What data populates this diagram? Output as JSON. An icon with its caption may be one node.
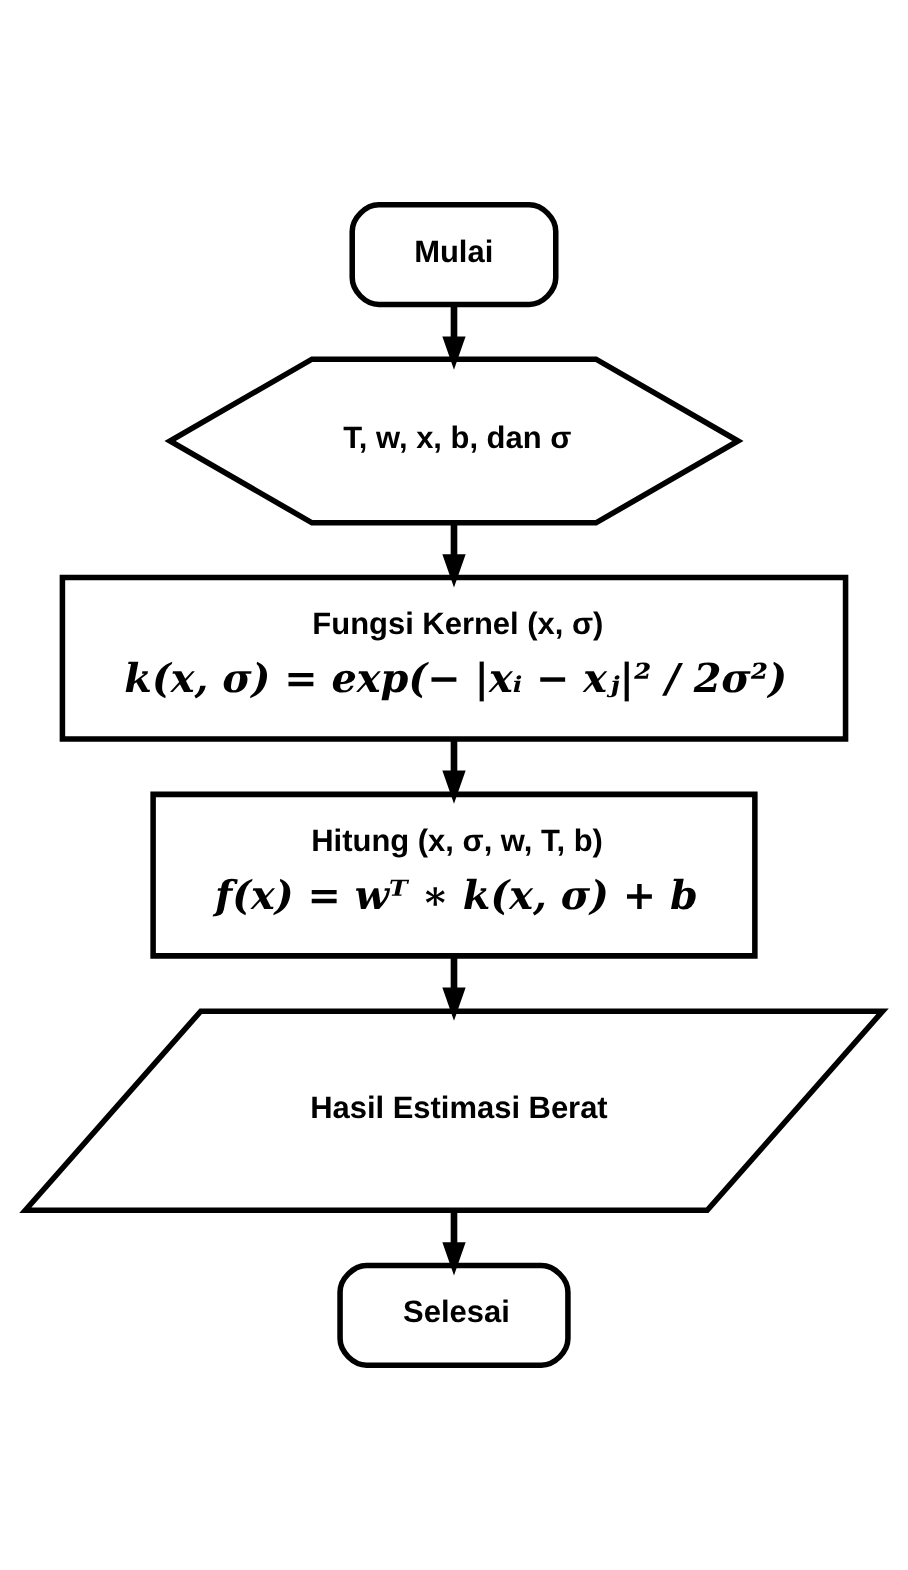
{
  "diagram": {
    "nodes": [
      {
        "text": [
          "Mulai"
        ]
      },
      {
        "text": [
          "T, w, x, b, dan σ"
        ]
      },
      {
        "text": [
          "Fungsi Kernel (x, σ)",
          "k(x, σ) = exp(− |xᵢ − xⱼ|² / 2σ²)"
        ]
      },
      {
        "text": [
          "Hitung (x, σ, w, T, b)",
          "f(x) = wᵀ ∗ k(x, σ) + b"
        ]
      },
      {
        "text": [
          "Hasil Estimasi Berat"
        ]
      },
      {
        "text": [
          "Selesai"
        ]
      }
    ],
    "edges": [
      {
        "from": 0,
        "to": 1,
        "arrow": "to"
      },
      {
        "from": 1,
        "to": 2,
        "arrow": "to"
      },
      {
        "from": 2,
        "to": 3,
        "arrow": "to"
      },
      {
        "from": 3,
        "to": 4,
        "arrow": "to"
      },
      {
        "from": 4,
        "to": 5,
        "arrow": "to"
      }
    ]
  }
}
